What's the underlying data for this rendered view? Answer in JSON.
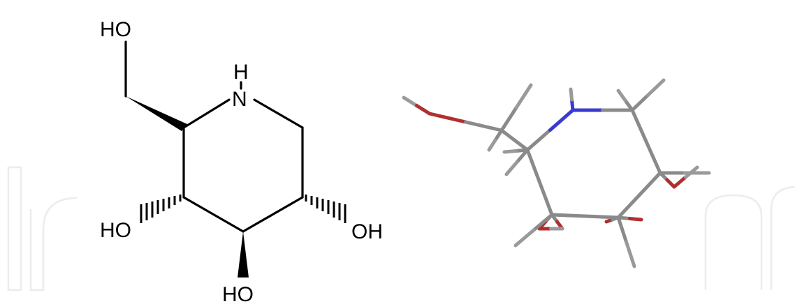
{
  "structure_2d": {
    "labels": {
      "ch2oh_o": "HO",
      "ring_nh_h": "H",
      "ring_nh_n": "N",
      "c3_oh": "HO",
      "c5_oh": "OH",
      "c4_oh": "HO"
    }
  },
  "model_3d": {
    "colors": {
      "carbon": "#8a8a8a",
      "oxygen": "#b03030",
      "nitrogen": "#3a3ad0",
      "hydrogen": "#9a9a9a"
    }
  },
  "watermark": {
    "letters": "In",
    "color": "#ececec"
  }
}
